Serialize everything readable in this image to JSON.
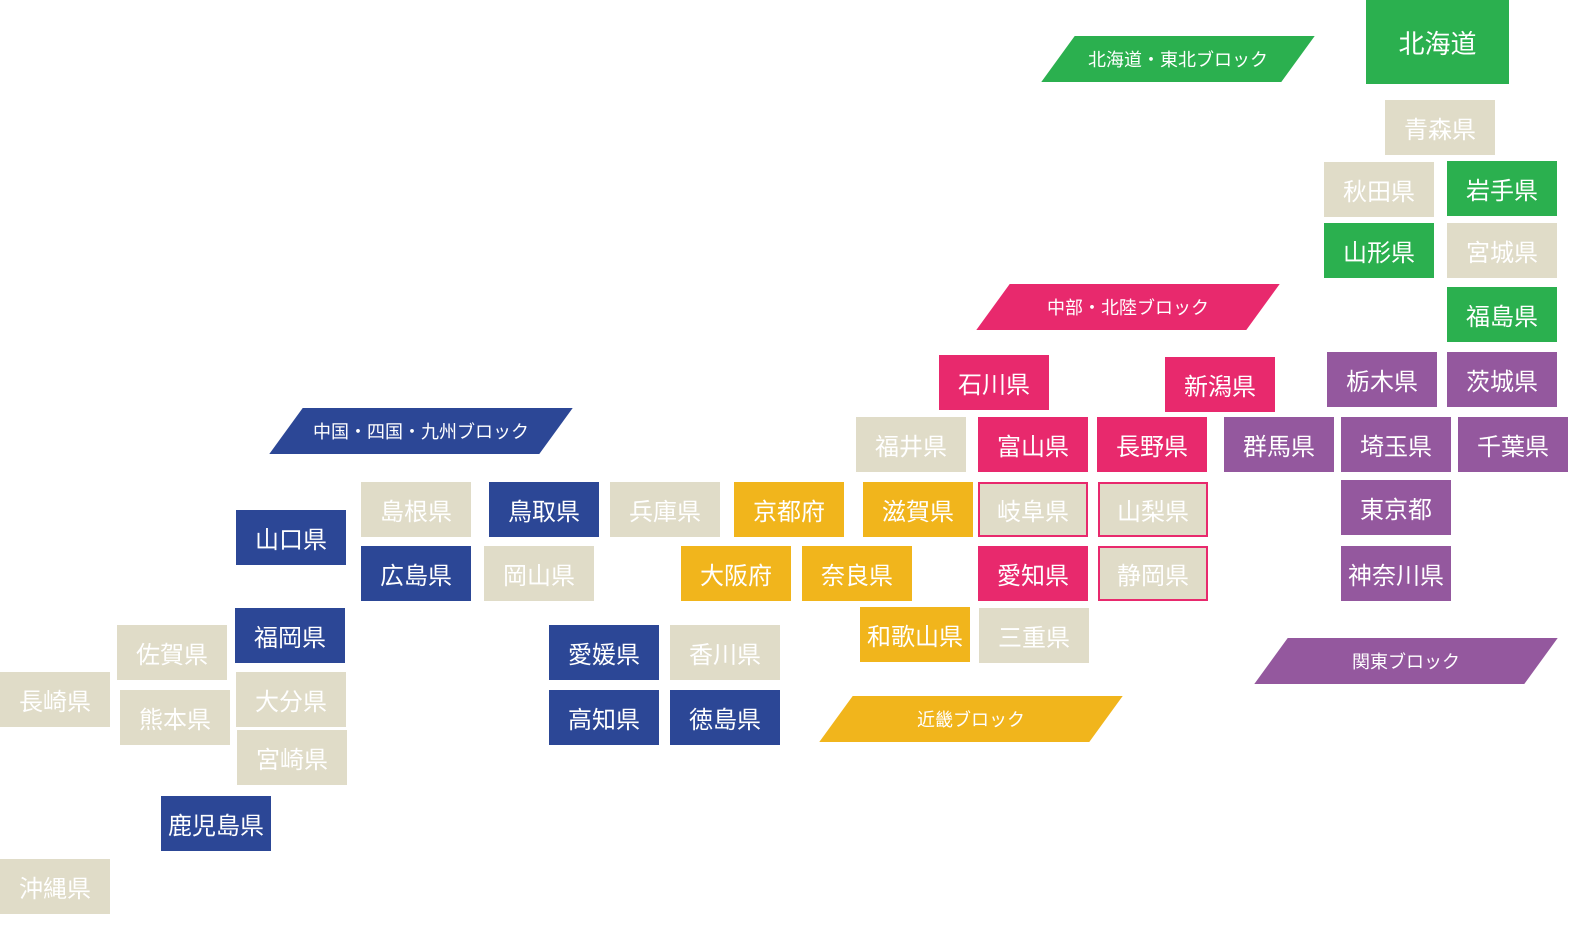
{
  "colors": {
    "hokkaido_tohoku": "#2bb04f",
    "chubu_hokuriku": "#e8296d",
    "kanto": "#94589e",
    "kinki": "#f1b51c",
    "chugoku_shikoku_kyushu": "#2c4796",
    "inactive": "#e0dcc8"
  },
  "blocks": {
    "hokkaido_tohoku": "北海道・東北ブロック",
    "chubu_hokuriku": "中部・北陸ブロック",
    "chugoku_shikoku_kyushu": "中国・四国・九州ブロック",
    "kanto": "関東ブロック",
    "kinki": "近畿ブロック"
  },
  "prefectures": {
    "hokkaido": "北海道",
    "aomori": "青森県",
    "akita": "秋田県",
    "iwate": "岩手県",
    "yamagata": "山形県",
    "miyagi": "宮城県",
    "fukushima": "福島県",
    "ishikawa": "石川県",
    "niigata": "新潟県",
    "tochigi": "栃木県",
    "ibaraki": "茨城県",
    "fukui": "福井県",
    "toyama": "富山県",
    "nagano": "長野県",
    "gunma": "群馬県",
    "saitama": "埼玉県",
    "chiba": "千葉県",
    "shimane": "島根県",
    "tottori": "鳥取県",
    "hyogo": "兵庫県",
    "kyoto": "京都府",
    "shiga": "滋賀県",
    "gifu": "岐阜県",
    "yamanashi": "山梨県",
    "tokyo": "東京都",
    "yamaguchi": "山口県",
    "hiroshima": "広島県",
    "okayama": "岡山県",
    "osaka": "大阪府",
    "nara": "奈良県",
    "aichi": "愛知県",
    "shizuoka": "静岡県",
    "kanagawa": "神奈川県",
    "fukuoka": "福岡県",
    "saga": "佐賀県",
    "ehime": "愛媛県",
    "kagawa": "香川県",
    "wakayama": "和歌山県",
    "mie": "三重県",
    "nagasaki": "長崎県",
    "kumamoto": "熊本県",
    "oita": "大分県",
    "kochi": "高知県",
    "tokushima": "徳島県",
    "miyazaki": "宮崎県",
    "kagoshima": "鹿児島県",
    "okinawa": "沖縄県"
  }
}
